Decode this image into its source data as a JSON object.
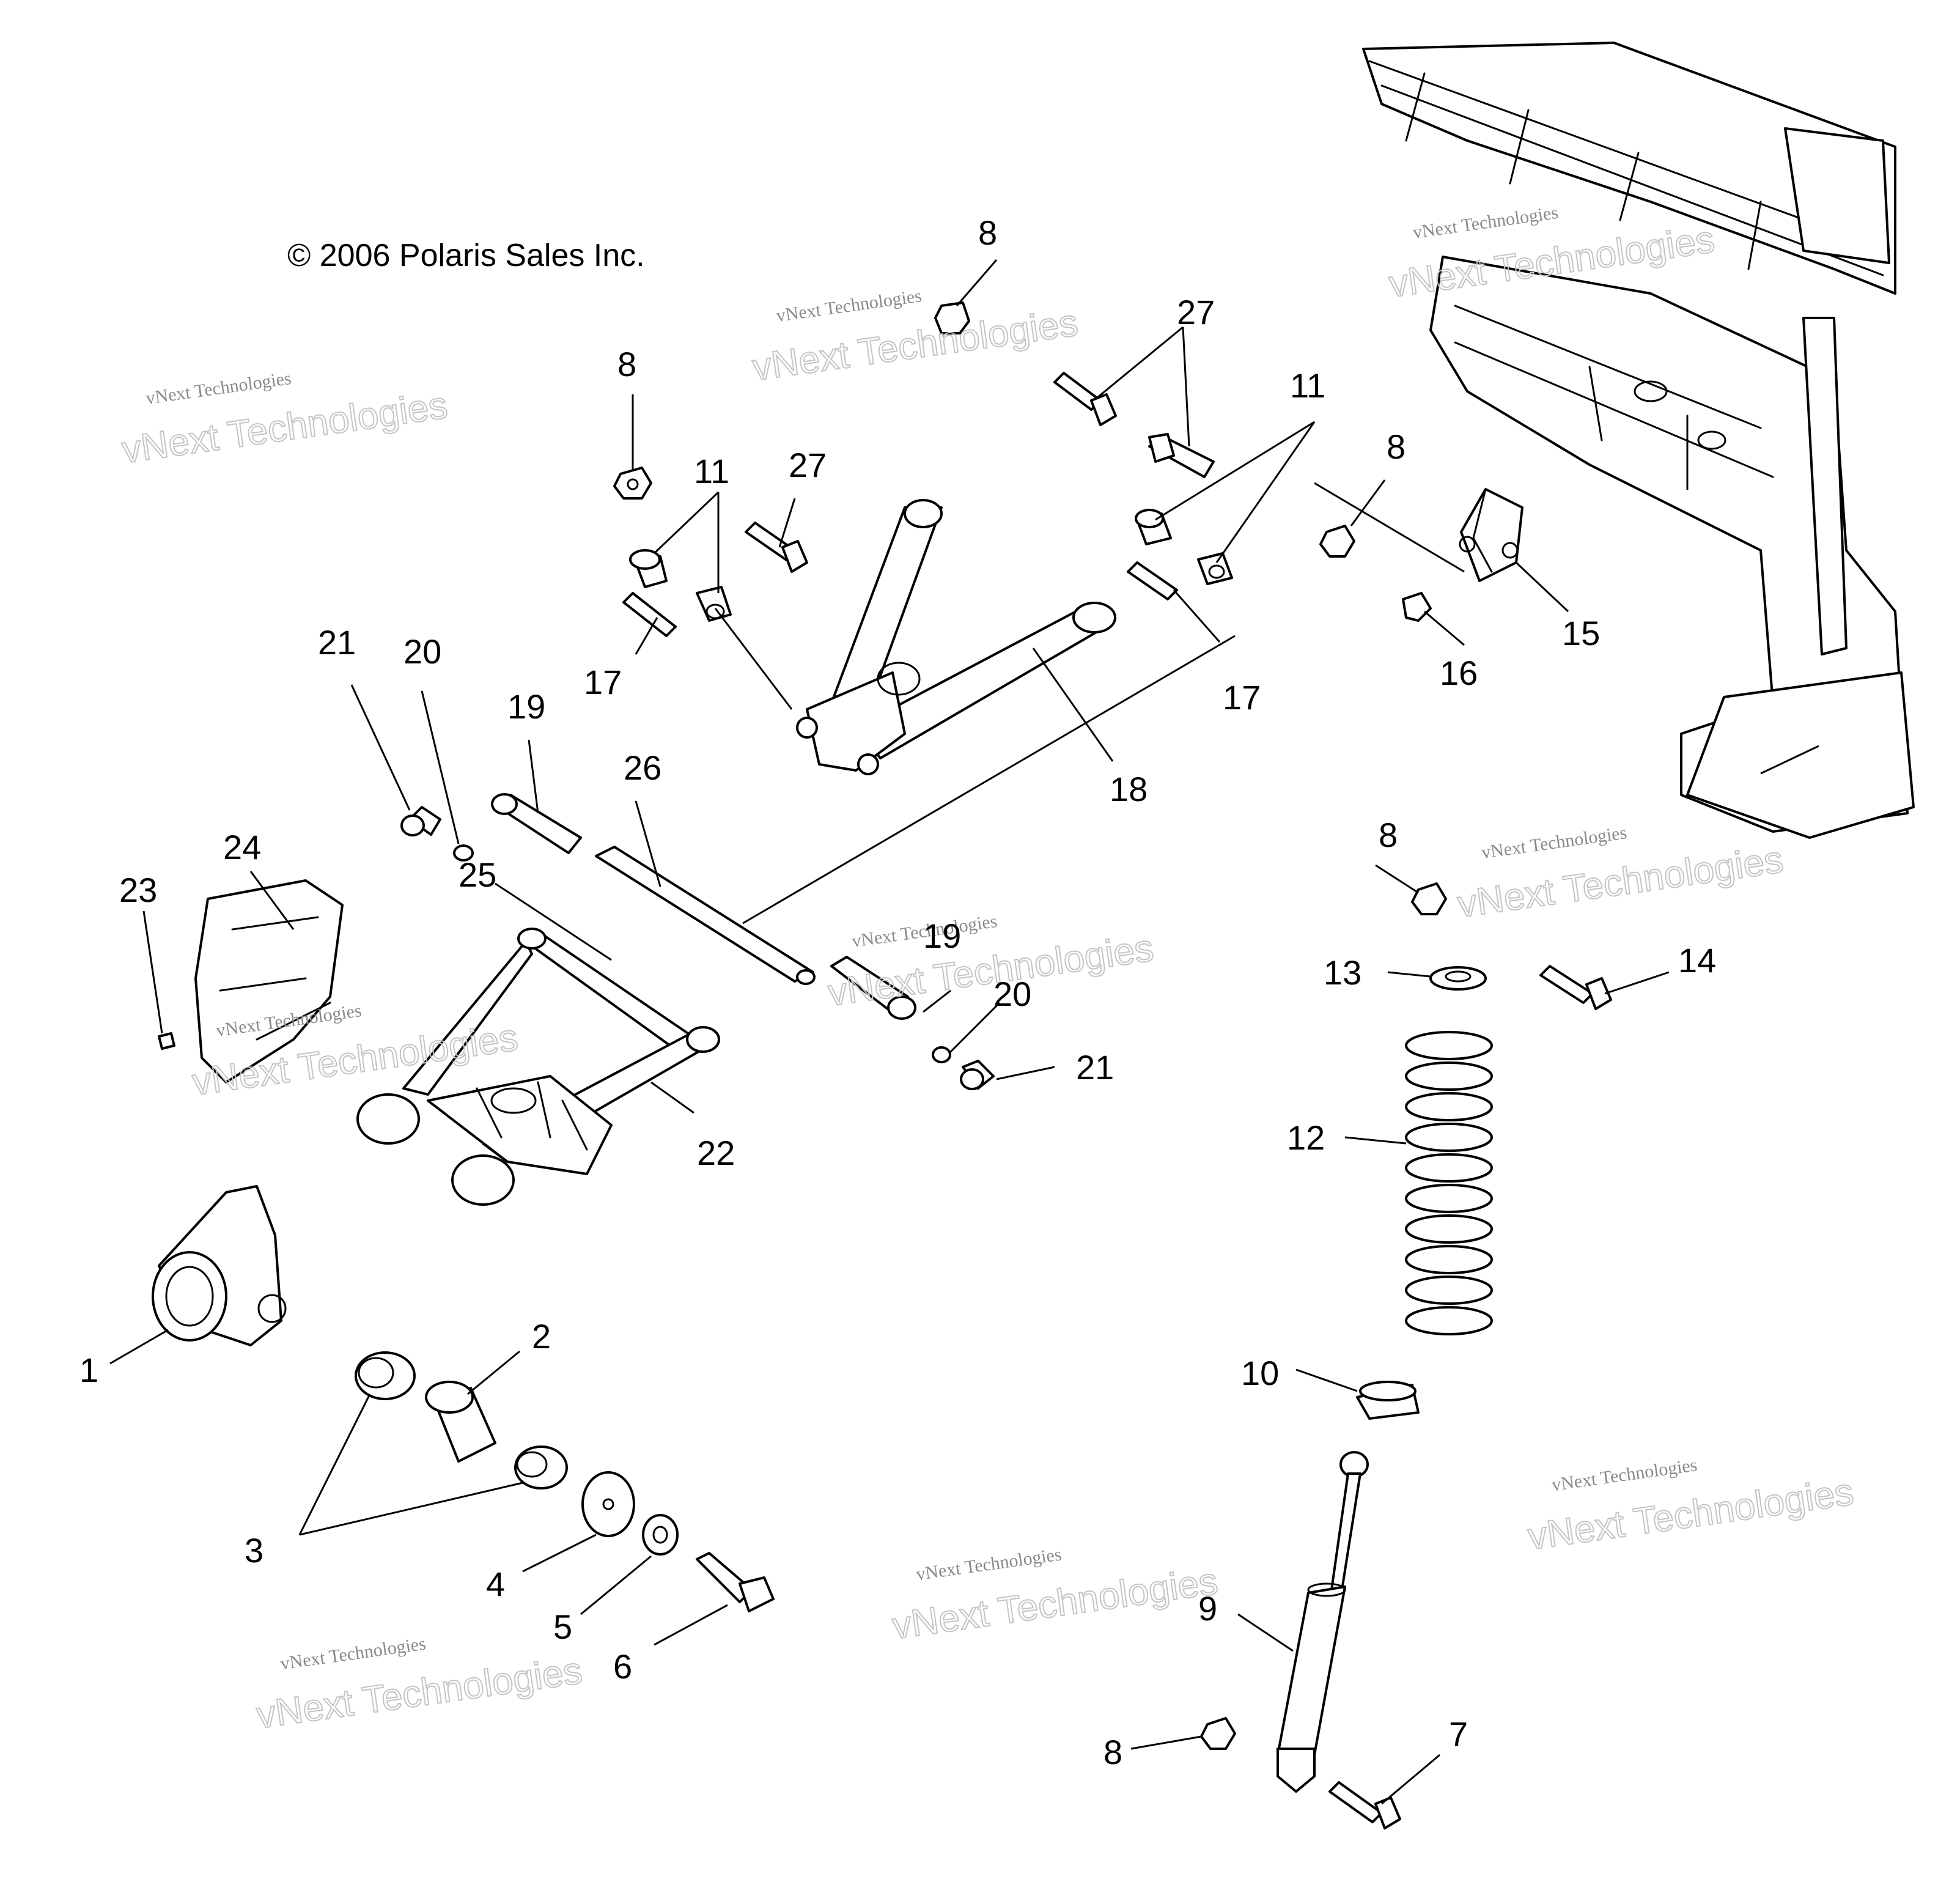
{
  "copyright": "© 2006 Polaris Sales Inc.",
  "watermark": {
    "small": "vNext Technologies",
    "large": "vNext Technologies"
  },
  "callouts": {
    "c1": "1",
    "c2": "2",
    "c3": "3",
    "c4": "4",
    "c5": "5",
    "c6": "6",
    "c7": "7",
    "c8a": "8",
    "c8b": "8",
    "c8c": "8",
    "c8d": "8",
    "c8e": "8",
    "c9": "9",
    "c10": "10",
    "c11a": "11",
    "c11b": "11",
    "c12": "12",
    "c13": "13",
    "c14": "14",
    "c15": "15",
    "c16": "16",
    "c17a": "17",
    "c17b": "17",
    "c18": "18",
    "c19a": "19",
    "c19b": "19",
    "c20a": "20",
    "c20b": "20",
    "c21a": "21",
    "c21b": "21",
    "c22": "22",
    "c23": "23",
    "c24": "24",
    "c25": "25",
    "c26": "26",
    "c27a": "27",
    "c27b": "27"
  },
  "colors": {
    "line": "#000000",
    "background": "#ffffff",
    "watermark": "#c4c4c4"
  }
}
